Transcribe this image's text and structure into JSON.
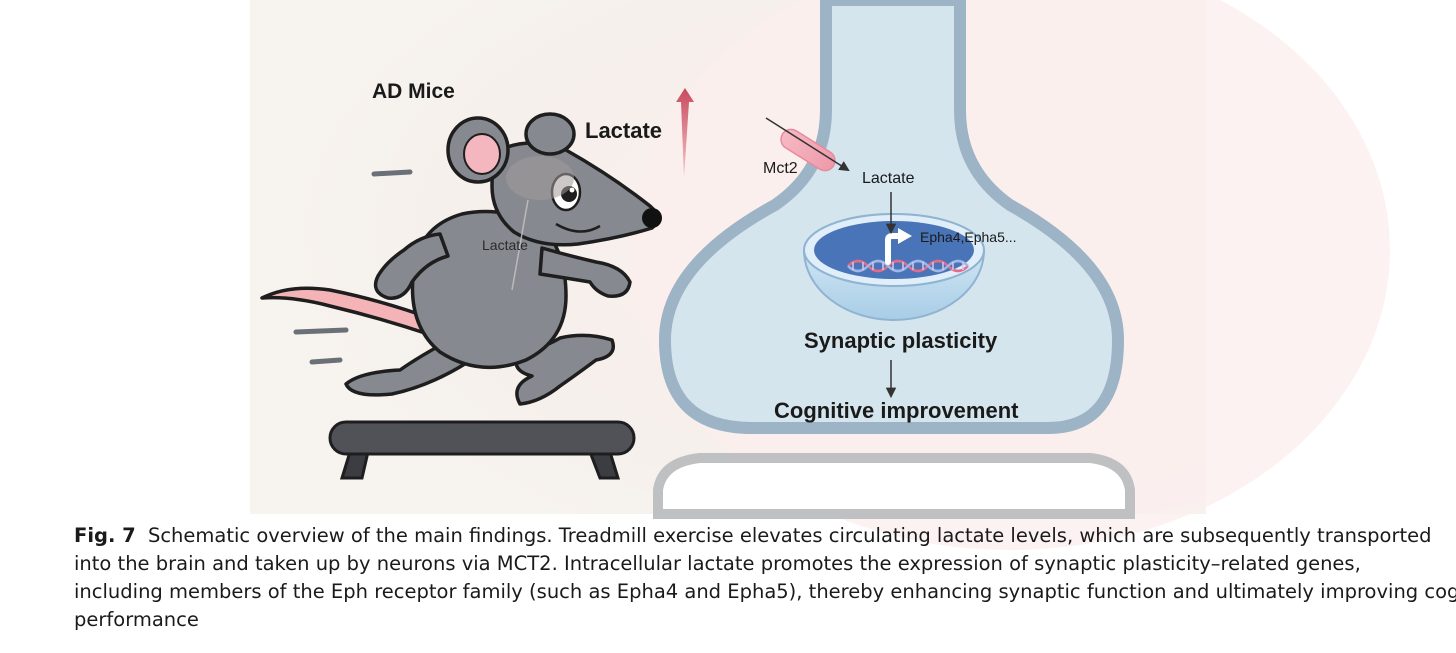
{
  "figure": {
    "labels": {
      "ad_mice": "AD Mice",
      "lactate_blood": "Lactate",
      "lactate_brain": "Lactate",
      "mct2": "Mct2",
      "lactate_neuron": "Lactate",
      "genes": "Epha4,Epha5...",
      "synaptic_plasticity": "Synaptic plasticity",
      "cognitive_improvement": "Cognitive improvement"
    },
    "colors": {
      "mouse_body": "#86898f",
      "mouse_outline": "#1e1e1e",
      "ear_inner": "#f4b6bf",
      "tail": "#f3b3b7",
      "treadmill": "#505258",
      "neuron_fill": "#d5e5ee",
      "neuron_outline": "#9db3c6",
      "nucleus": "#4a74b8",
      "arrow_up": "#c94a5e"
    }
  },
  "caption": {
    "label": "Fig. 7",
    "lines": [
      "Schematic overview of the main findings. Treadmill exercise elevates circulating lactate levels, which are subsequently transported",
      "into the brain and taken up by neurons via MCT2. Intracellular lactate promotes the expression of synaptic plasticity–related genes,",
      "including members of the Eph receptor family (such as Epha4 and Epha5), thereby enhancing synaptic function and ultimately improving cognitive",
      "performance"
    ]
  }
}
